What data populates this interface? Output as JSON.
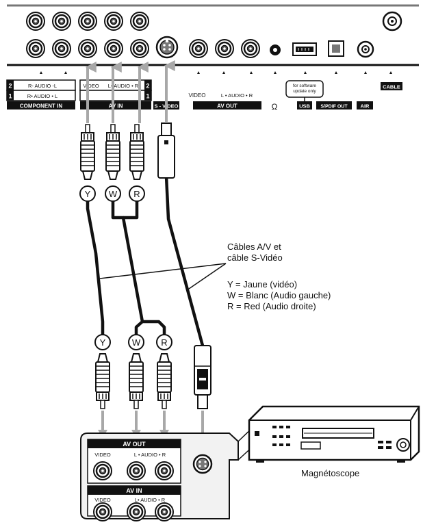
{
  "tv_panel": {
    "component_in": {
      "label": "COMPONENT IN",
      "row2_label": "R- AUDIO -L",
      "row1_label": "R• AUDIO • L",
      "row2_num": "2",
      "row1_num": "1"
    },
    "av_in": {
      "label": "AV  IN",
      "video_label": "VIDEO",
      "audio_label": "L• AUDIO • R",
      "num_top": "2",
      "num_bottom": "1"
    },
    "s_video": {
      "label": "S - VIDEO"
    },
    "av_out": {
      "label": "AV   OUT",
      "video_label": "VIDEO",
      "audio_label": "L • AUDIO • R"
    },
    "headphone_symbol": "Ω",
    "software_note": "for software update only",
    "usb_label": "USB",
    "spdif_label": "S/PDIF OUT",
    "air_label": "AIR",
    "cable_label": "CABLE"
  },
  "plug_letters": {
    "yellow": "Y",
    "white": "W",
    "red": "R"
  },
  "legend": {
    "title_line1": "Câbles A/V et",
    "title_line2": "câble S-Vidéo",
    "line_y": "Y = Jaune (vidéo)",
    "line_w": "W = Blanc (Audio gauche)",
    "line_r": "R = Red (Audio droite)"
  },
  "vcr_panel": {
    "av_out": {
      "label": "AV OUT",
      "video_label": "VIDEO",
      "audio_label": "L • AUDIO • R"
    },
    "av_in": {
      "label": "AV IN",
      "video_label": "VIDEO",
      "audio_label": "L• AUDIO • R"
    }
  },
  "vcr_caption": "Magnétoscope",
  "colors": {
    "ink": "#111111",
    "arrow": "#a8a8a8",
    "paper": "#ffffff",
    "panel": "#f2f2f2"
  }
}
